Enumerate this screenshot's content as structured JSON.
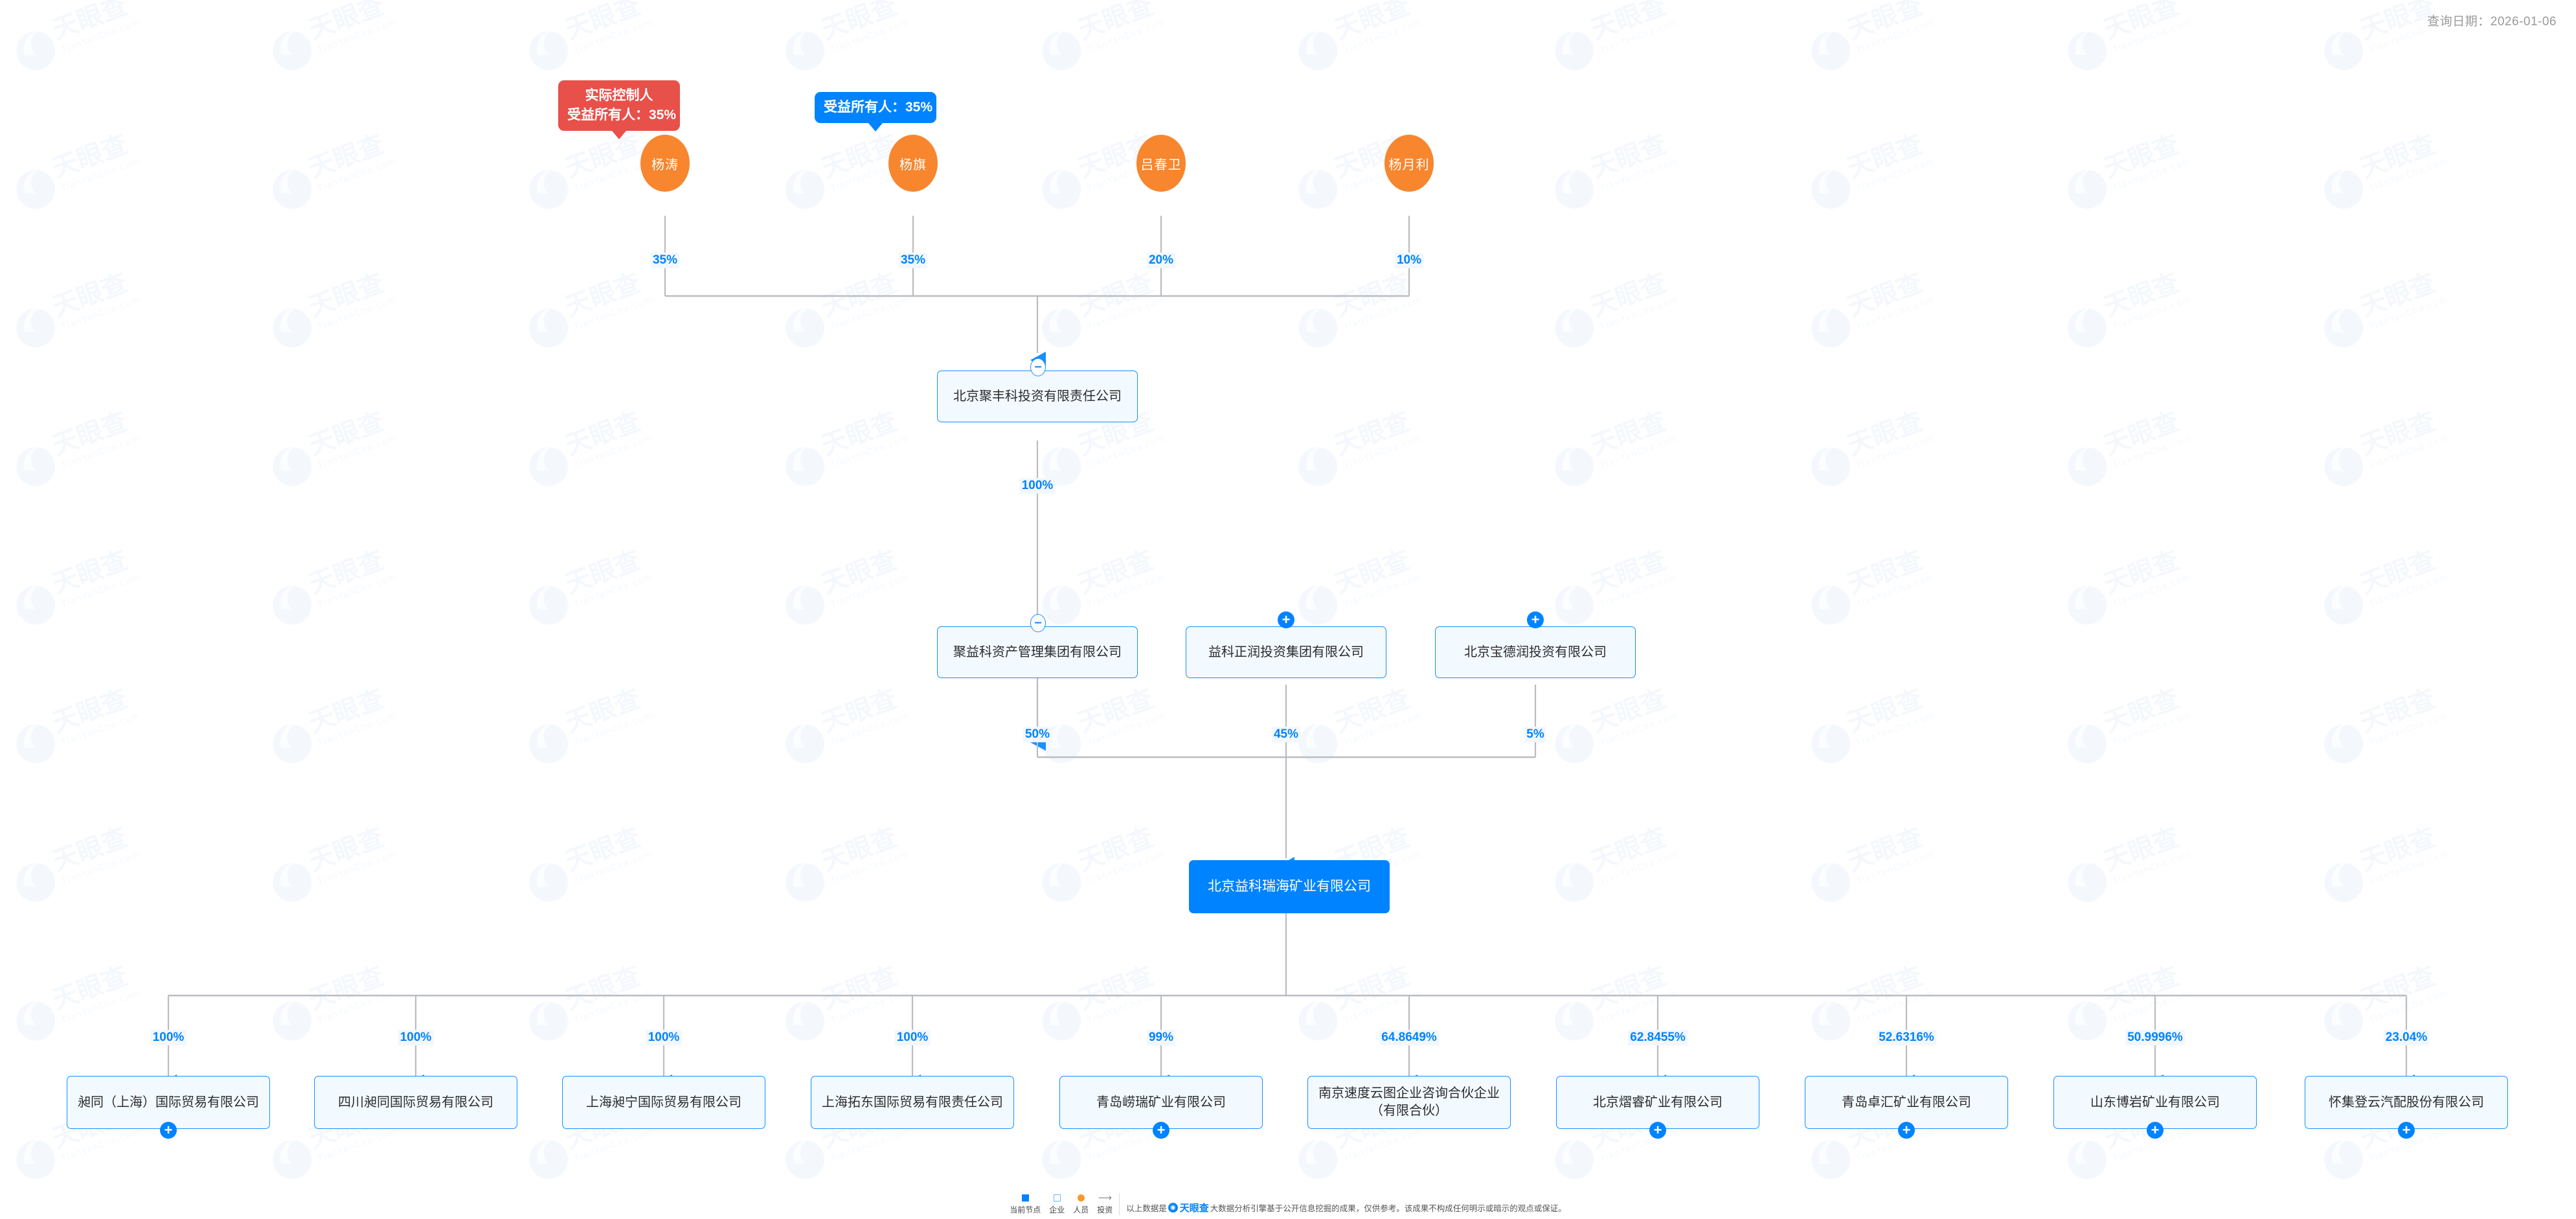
{
  "header": {
    "query_date_label": "查询日期：2026-01-06"
  },
  "badges": [
    {
      "name": "actual-controller-badge",
      "color": "#e8504a",
      "line1": "实际控制人",
      "line2": "受益所有人：35%"
    },
    {
      "name": "beneficial-owner-badge",
      "color": "#0083ff",
      "line1": "受益所有人：35%",
      "line2": ""
    }
  ],
  "persons": [
    {
      "name": "杨涛",
      "percent": "35%"
    },
    {
      "name": "杨旗",
      "percent": "35%"
    },
    {
      "name": "吕春卫",
      "percent": "20%"
    },
    {
      "name": "杨月利",
      "percent": "10%"
    }
  ],
  "holding": {
    "label": "北京聚丰科投资有限责任公司",
    "percent_to_child": "100%",
    "toggle": "−"
  },
  "shareholders": [
    {
      "label": "聚益科资产管理集团有限公司",
      "percent": "50%",
      "toggle": "−"
    },
    {
      "label": "益科正润投资集团有限公司",
      "percent": "45%",
      "toggle": "+"
    },
    {
      "label": "北京宝德润投资有限公司",
      "percent": "5%",
      "toggle": "+"
    }
  ],
  "focus_company": {
    "label": "北京益科瑞海矿业有限公司"
  },
  "subsidiaries": [
    {
      "label": "昶同（上海）国际贸易有限公司",
      "percent": "100%",
      "toggle": "+"
    },
    {
      "label": "四川昶同国际贸易有限公司",
      "percent": "100%",
      "toggle": ""
    },
    {
      "label": "上海昶宁国际贸易有限公司",
      "percent": "100%",
      "toggle": ""
    },
    {
      "label": "上海拓东国际贸易有限责任公司",
      "percent": "100%",
      "toggle": ""
    },
    {
      "label": "青岛崂瑞矿业有限公司",
      "percent": "99%",
      "toggle": "+"
    },
    {
      "label": "南京速度云图企业咨询合伙企业（有限合伙）",
      "percent": "64.8649%",
      "toggle": ""
    },
    {
      "label": "北京熠睿矿业有限公司",
      "percent": "62.8455%",
      "toggle": "+"
    },
    {
      "label": "青岛卓汇矿业有限公司",
      "percent": "52.6316%",
      "toggle": "+"
    },
    {
      "label": "山东博岩矿业有限公司",
      "percent": "50.9996%",
      "toggle": "+"
    },
    {
      "label": "怀集登云汽配股份有限公司",
      "percent": "23.04%",
      "toggle": "+"
    }
  ],
  "footer": {
    "legend": [
      {
        "icon": "filled-square-icon",
        "label": "当前节点"
      },
      {
        "icon": "outlined-square-icon",
        "label": "企业"
      },
      {
        "icon": "orange-circle-icon",
        "label": "人员"
      },
      {
        "icon": "arrow-icon",
        "label": "投资"
      }
    ],
    "disclaimer_prefix": "以上数据是",
    "brand": "天眼查",
    "disclaimer_suffix": "大数据分析引擎基于公开信息挖掘的成果，仅供参考。该成果不构成任何明示或暗示的观点或保证。"
  },
  "colors": {
    "accent_blue": "#0083ff",
    "person_orange": "#f7862e",
    "controller_red": "#e8504a",
    "box_fill": "#f2f9ff",
    "edge_gray": "#b9bcc0"
  }
}
